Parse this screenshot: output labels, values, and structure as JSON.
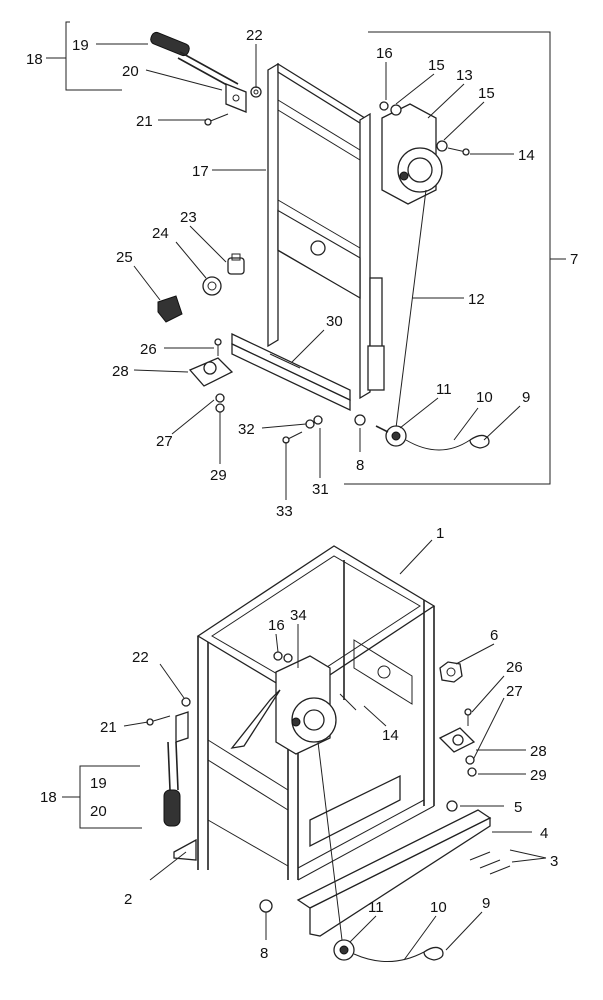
{
  "diagram": {
    "upper_labels": [
      "18",
      "19",
      "20",
      "21",
      "22",
      "17",
      "16",
      "15",
      "13",
      "15",
      "14",
      "7",
      "23",
      "24",
      "25",
      "12",
      "30",
      "26",
      "28",
      "27",
      "29",
      "32",
      "31",
      "33",
      "8",
      "11",
      "10",
      "9"
    ],
    "lower_labels": [
      "1",
      "16",
      "34",
      "6",
      "22",
      "21",
      "14",
      "26",
      "27",
      "28",
      "29",
      "18",
      "19",
      "20",
      "5",
      "4",
      "3",
      "2",
      "8",
      "11",
      "10",
      "9"
    ]
  }
}
